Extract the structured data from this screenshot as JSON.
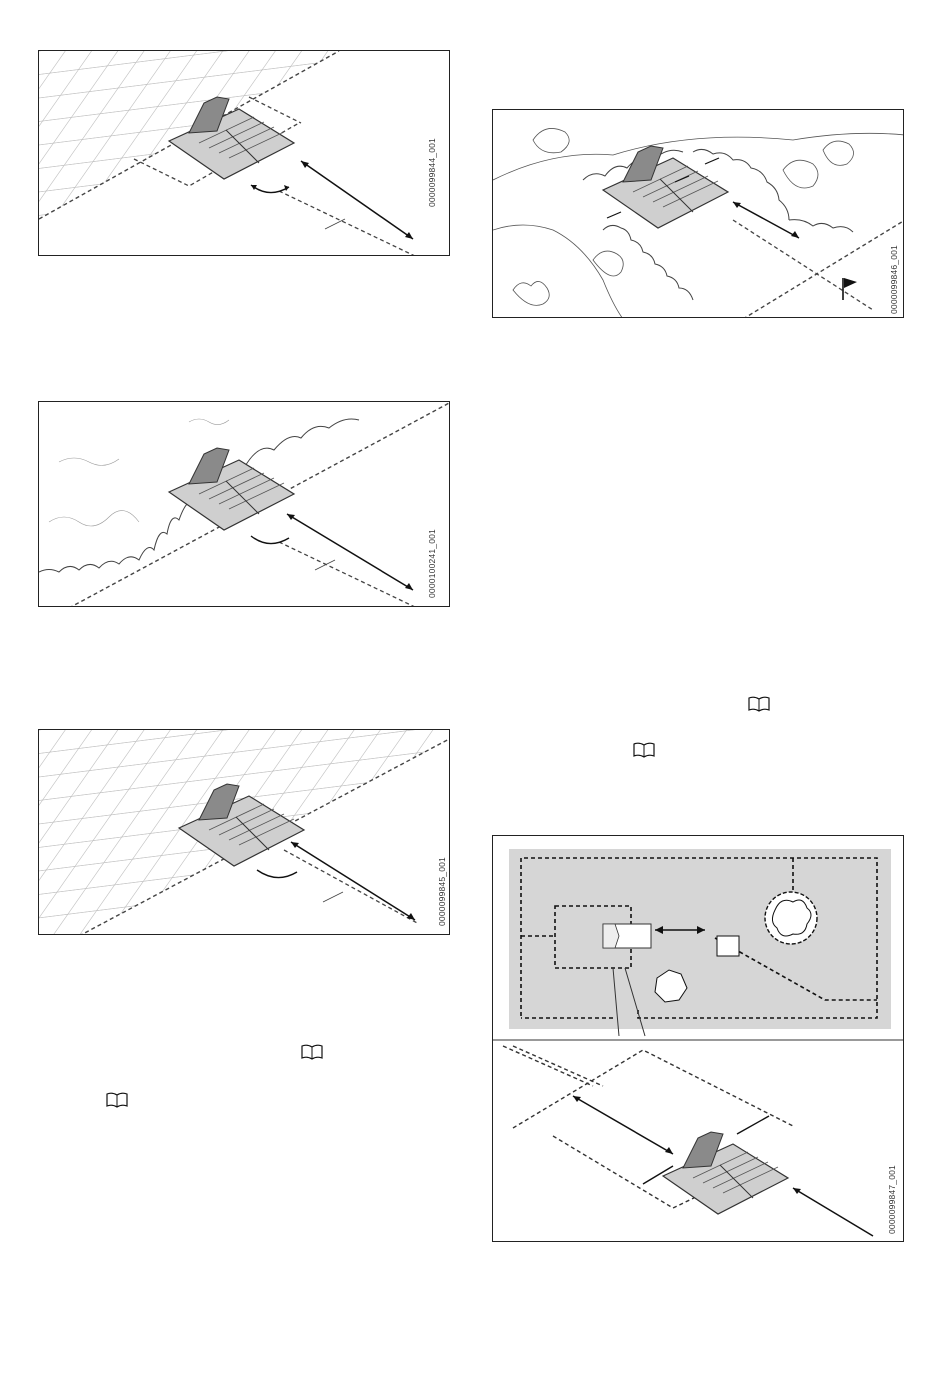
{
  "figures": [
    {
      "code": "0000099844_001",
      "scene": "paving-stones"
    },
    {
      "code": "0000100241_001",
      "scene": "flower-bed"
    },
    {
      "code": "0000099845_001",
      "scene": "paving-stones"
    },
    {
      "code": "0000099846_001",
      "scene": "garden-with-flag"
    },
    {
      "code": "0000099847_001",
      "scene": "plan-and-docking-detail"
    }
  ],
  "reference_icons": [
    {
      "icon": "book-icon"
    },
    {
      "icon": "book-icon"
    },
    {
      "icon": "book-icon"
    },
    {
      "icon": "book-icon"
    }
  ]
}
